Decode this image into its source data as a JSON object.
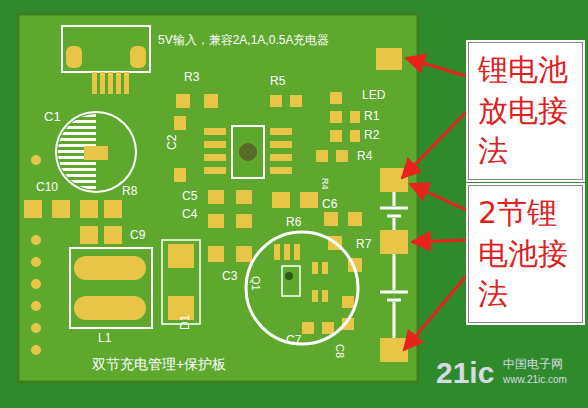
{
  "diagram": {
    "nodes": [
      {
        "text": [
          "锂电池放电接法"
        ]
      },
      {
        "text": [
          "2节锂电池接法"
        ]
      }
    ],
    "labels": [
      "5V输入，兼容2A,1A,0.5A充电器",
      "R3",
      "R5",
      "LED",
      "C1",
      "R1",
      "R2",
      "C2",
      "R4",
      "R4",
      "C10",
      "R8",
      "C5",
      "C6",
      "C4",
      "R6",
      "C9",
      "R7",
      "C3",
      "Q1",
      "C7",
      "C8",
      "L1",
      "D1",
      "双节充电管理+保护板",
      "21ic",
      "中国电子网",
      "www.21ic.com"
    ]
  }
}
